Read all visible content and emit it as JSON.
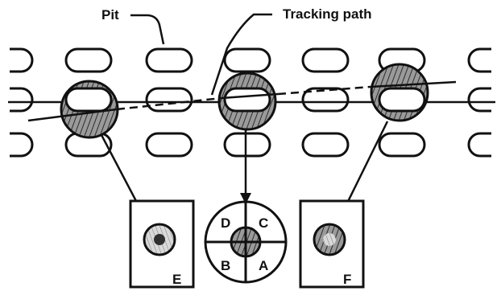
{
  "labels": {
    "pit": "Pit",
    "tracking_path": "Tracking path",
    "detector_left": "E",
    "detector_right": "F",
    "quadrant_top_left": "D",
    "quadrant_top_right": "C",
    "quadrant_bottom_left": "B",
    "quadrant_bottom_right": "A"
  },
  "colors": {
    "ink": "#111111",
    "shade_dark": "#555555",
    "shade_light": "#cfcfcf"
  }
}
